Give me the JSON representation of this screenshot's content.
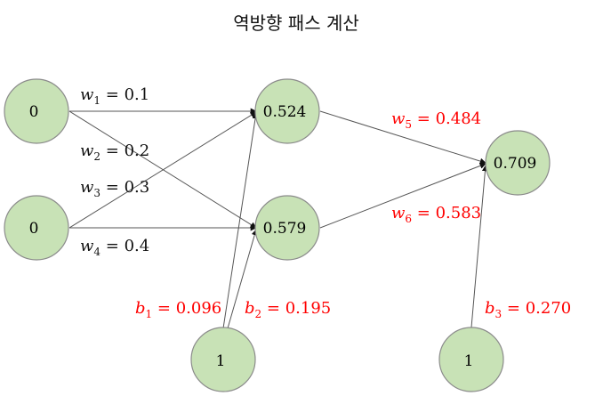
{
  "title": "역방향 패스 계산",
  "nodes": {
    "input1": "0",
    "input2": "0",
    "bias1": "1",
    "bias2": "1",
    "hidden1": "0.524",
    "hidden2": "0.579",
    "output": "0.709"
  },
  "labels": {
    "w1": {
      "var": "w",
      "sub": "1",
      "value": " = 0.1"
    },
    "w2": {
      "var": "w",
      "sub": "2",
      "value": " = 0.2"
    },
    "w3": {
      "var": "w",
      "sub": "3",
      "value": " = 0.3"
    },
    "w4": {
      "var": "w",
      "sub": "4",
      "value": " = 0.4"
    },
    "w5": {
      "var": "w",
      "sub": "5",
      "value": " = 0.484"
    },
    "w6": {
      "var": "w",
      "sub": "6",
      "value": " = 0.583"
    },
    "b1": {
      "var": "b",
      "sub": "1",
      "value": " = 0.096"
    },
    "b2": {
      "var": "b",
      "sub": "2",
      "value": " = 0.195"
    },
    "b3": {
      "var": "b",
      "sub": "3",
      "value": " = 0.270"
    }
  },
  "colors": {
    "node_fill": "#c8e2b6",
    "node_stroke": "#8b8b8b",
    "edge": "#555555",
    "label_black": "#111111",
    "label_red": "#ff0000"
  }
}
